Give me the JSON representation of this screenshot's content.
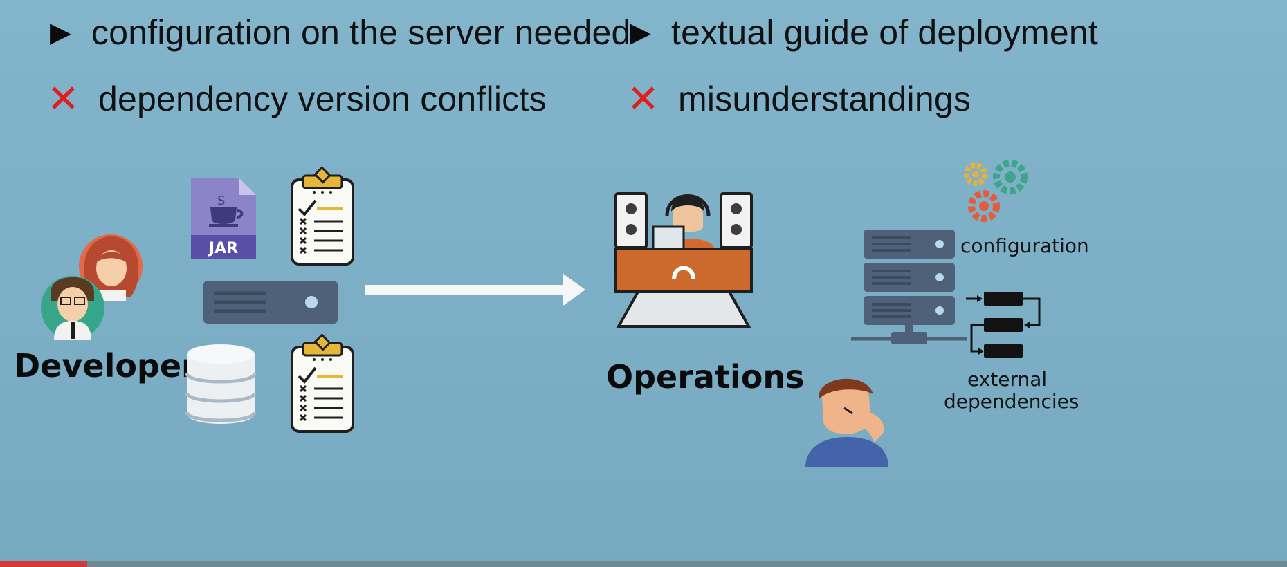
{
  "bullets": {
    "left_top": "configuration on the server needed",
    "left_bottom": "dependency version conflicts",
    "right_top": "textual guide of deployment",
    "right_bottom": "misunderstandings"
  },
  "glyphs": {
    "triangle": "▶",
    "cross": "✕"
  },
  "labels": {
    "developer": "Developer",
    "operations": "Operations",
    "configuration": "configuration",
    "external_line1": "external",
    "external_line2": "dependencies",
    "jar": "JAR",
    "java_mark": "S"
  },
  "colors": {
    "background": "#7fb0c7",
    "cross": "#e11d1d",
    "server": "#4e6178",
    "clipboard_clip": "#e6b63a",
    "ops_desk": "#cc6a2e",
    "jar_purple": "#6c5fb0"
  }
}
